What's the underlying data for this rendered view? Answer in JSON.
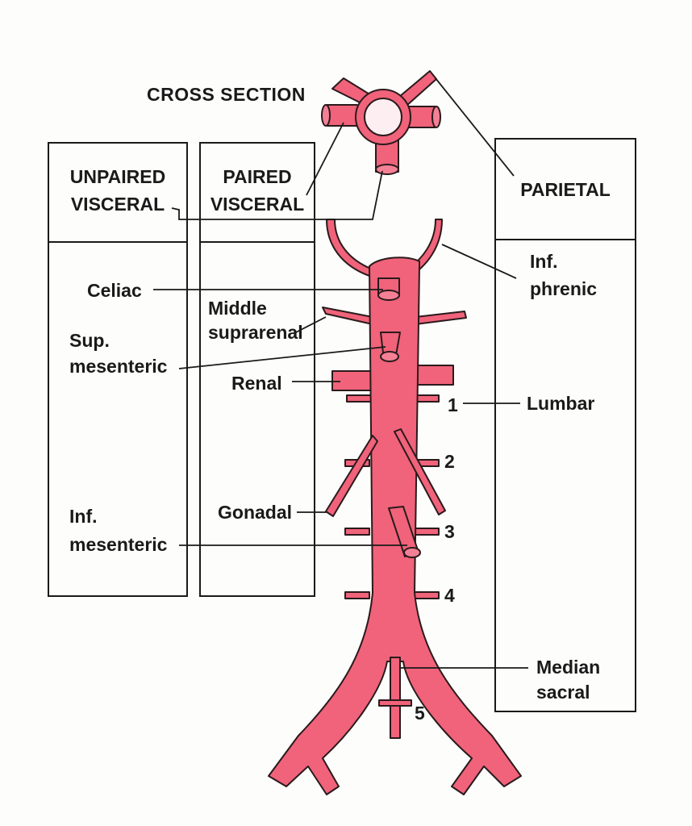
{
  "title": "CROSS SECTION",
  "columns": {
    "unpaired": [
      "UNPAIRED",
      "VISCERAL"
    ],
    "paired": [
      "PAIRED",
      "VISCERAL"
    ],
    "parietal": "PARIETAL"
  },
  "labels": {
    "celiac": "Celiac",
    "sup_mesenteric": [
      "Sup.",
      "mesenteric"
    ],
    "inf_mesenteric": [
      "Inf.",
      "mesenteric"
    ],
    "middle_suprarenal": [
      "Middle",
      "suprarenal"
    ],
    "renal": "Renal",
    "gonadal": "Gonadal",
    "inf_phrenic": [
      "Inf.",
      "phrenic"
    ],
    "lumbar": "Lumbar",
    "median_sacral": [
      "Median",
      "sacral"
    ]
  },
  "numbers": [
    "1",
    "2",
    "3",
    "4",
    "5"
  ],
  "colors": {
    "vessel": "#f0637a",
    "outline": "#2a1a1c",
    "ink": "#1a1a1a"
  }
}
